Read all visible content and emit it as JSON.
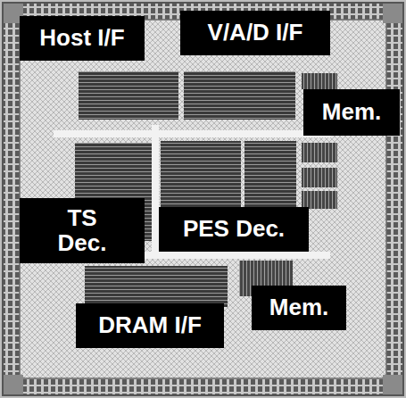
{
  "diagram": {
    "nodes": [
      {
        "text": [
          "Host I/F"
        ]
      },
      {
        "text": [
          "V/A/D I/F"
        ]
      },
      {
        "text": [
          "Mem."
        ]
      },
      {
        "text": [
          "TS Dec."
        ]
      },
      {
        "text": [
          "PES Dec."
        ]
      },
      {
        "text": [
          "DRAM I/F"
        ]
      },
      {
        "text": [
          "Mem."
        ]
      }
    ]
  }
}
